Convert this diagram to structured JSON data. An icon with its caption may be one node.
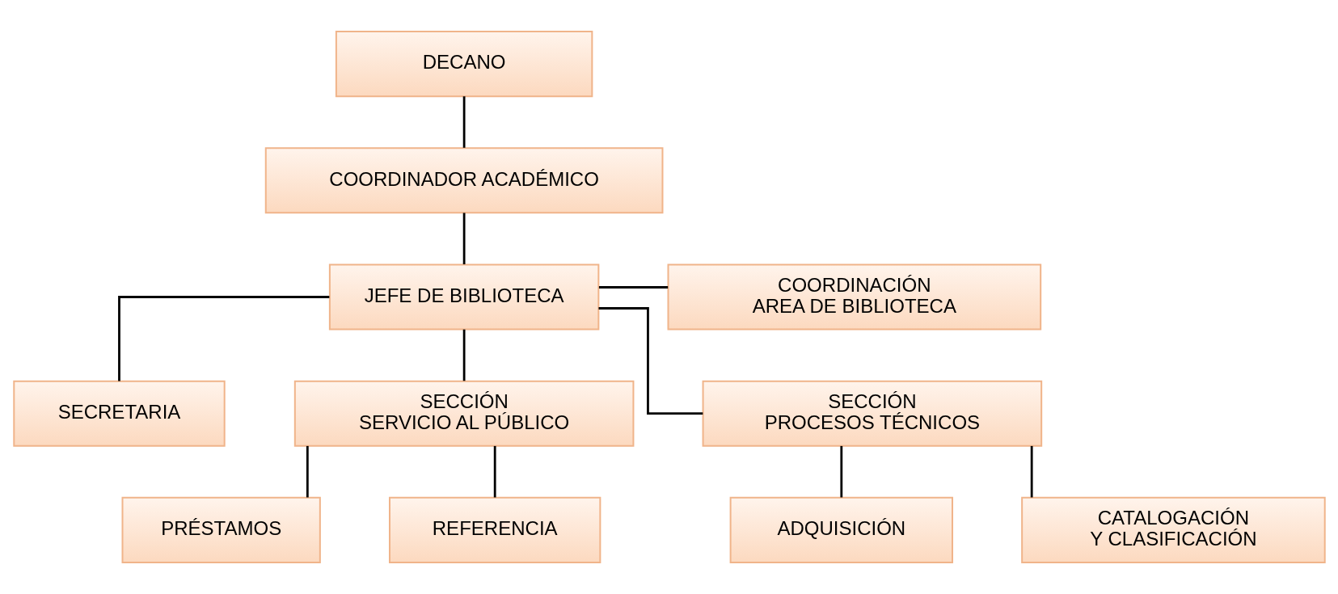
{
  "diagram": {
    "nodes": [
      {
        "text": [
          "DECANO"
        ]
      },
      {
        "text": [
          "COORDINADOR ACADÉMICO"
        ]
      },
      {
        "text": [
          "JEFE DE BIBLIOTECA"
        ]
      },
      {
        "text": [
          "COORDINACIÓN AREA DE BIBLIOTECA"
        ]
      },
      {
        "text": [
          "SECRETARIA"
        ]
      },
      {
        "text": [
          "SECCIÓN SERVICIO AL PÚBLICO"
        ]
      },
      {
        "text": [
          "SECCIÓN PROCESOS TÉCNICOS"
        ]
      },
      {
        "text": [
          "PRÉSTAMOS"
        ]
      },
      {
        "text": [
          "REFERENCIA"
        ]
      },
      {
        "text": [
          "ADQUISICIÓN"
        ]
      },
      {
        "text": [
          "CATALOGACIÓN Y CLASIFICACIÓN"
        ]
      }
    ],
    "edges": [
      {
        "from": 0,
        "to": 1,
        "arrow": "none"
      },
      {
        "from": 1,
        "to": 2,
        "arrow": "none"
      },
      {
        "from": 2,
        "to": 3,
        "arrow": "none"
      },
      {
        "from": 2,
        "to": 4,
        "arrow": "none"
      },
      {
        "from": 2,
        "to": 5,
        "arrow": "none"
      },
      {
        "from": 2,
        "to": 6,
        "arrow": "none"
      },
      {
        "from": 5,
        "to": 7,
        "arrow": "none"
      },
      {
        "from": 5,
        "to": 8,
        "arrow": "none"
      },
      {
        "from": 6,
        "to": 9,
        "arrow": "none"
      },
      {
        "from": 6,
        "to": 10,
        "arrow": "none"
      }
    ]
  }
}
